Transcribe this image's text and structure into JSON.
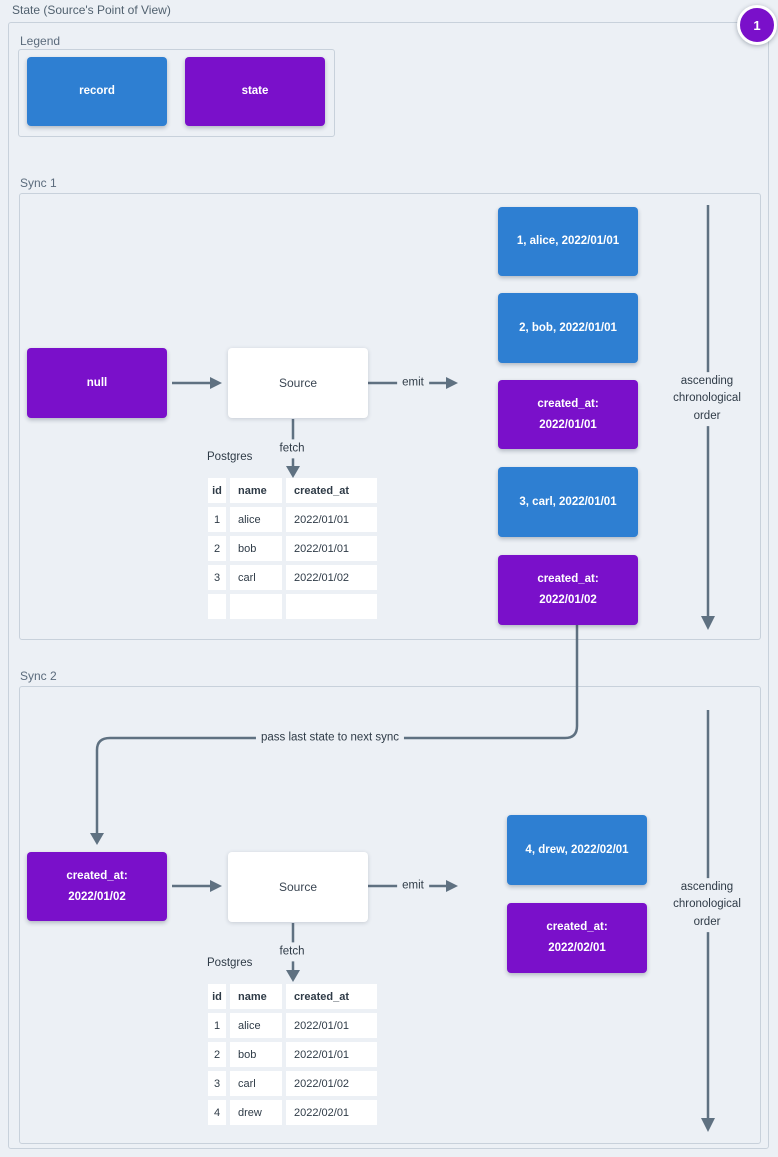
{
  "title": "State (Source's Point of View)",
  "badge": "1",
  "colors": {
    "record": "#2e7fd2",
    "state": "#7a10ca",
    "line": "#5f7181",
    "frame_border": "#c8d1db",
    "background": "#ecf0f5"
  },
  "legend": {
    "label": "Legend",
    "items": [
      {
        "kind": "record",
        "label": "record"
      },
      {
        "kind": "state",
        "label": "state"
      }
    ]
  },
  "connector_label": "pass last state to next sync",
  "sync1": {
    "label": "Sync 1",
    "input_state": "null",
    "source": "Source",
    "emit": "emit",
    "fetch": "fetch",
    "db_label": "Postgres",
    "axis": "ascending\nchronological\norder",
    "outputs": [
      {
        "kind": "record",
        "text": "1, alice, 2022/01/01"
      },
      {
        "kind": "record",
        "text": "2, bob, 2022/01/01"
      },
      {
        "kind": "state",
        "text": "created_at:\n2022/01/01"
      },
      {
        "kind": "record",
        "text": "3, carl, 2022/01/01"
      },
      {
        "kind": "state",
        "text": "created_at:\n2022/01/02"
      }
    ],
    "table": {
      "headers": [
        "id",
        "name",
        "created_at"
      ],
      "rows": [
        [
          "1",
          "alice",
          "2022/01/01"
        ],
        [
          "2",
          "bob",
          "2022/01/01"
        ],
        [
          "3",
          "carl",
          "2022/01/02"
        ],
        [
          "",
          "",
          ""
        ]
      ]
    }
  },
  "sync2": {
    "label": "Sync 2",
    "input_state": "created_at:\n2022/01/02",
    "source": "Source",
    "emit": "emit",
    "fetch": "fetch",
    "db_label": "Postgres",
    "axis": "ascending\nchronological\norder",
    "outputs": [
      {
        "kind": "record",
        "text": "4, drew, 2022/02/01"
      },
      {
        "kind": "state",
        "text": "created_at:\n2022/02/01"
      }
    ],
    "table": {
      "headers": [
        "id",
        "name",
        "created_at"
      ],
      "rows": [
        [
          "1",
          "alice",
          "2022/01/01"
        ],
        [
          "2",
          "bob",
          "2022/01/01"
        ],
        [
          "3",
          "carl",
          "2022/01/02"
        ],
        [
          "4",
          "drew",
          "2022/02/01"
        ]
      ]
    }
  }
}
